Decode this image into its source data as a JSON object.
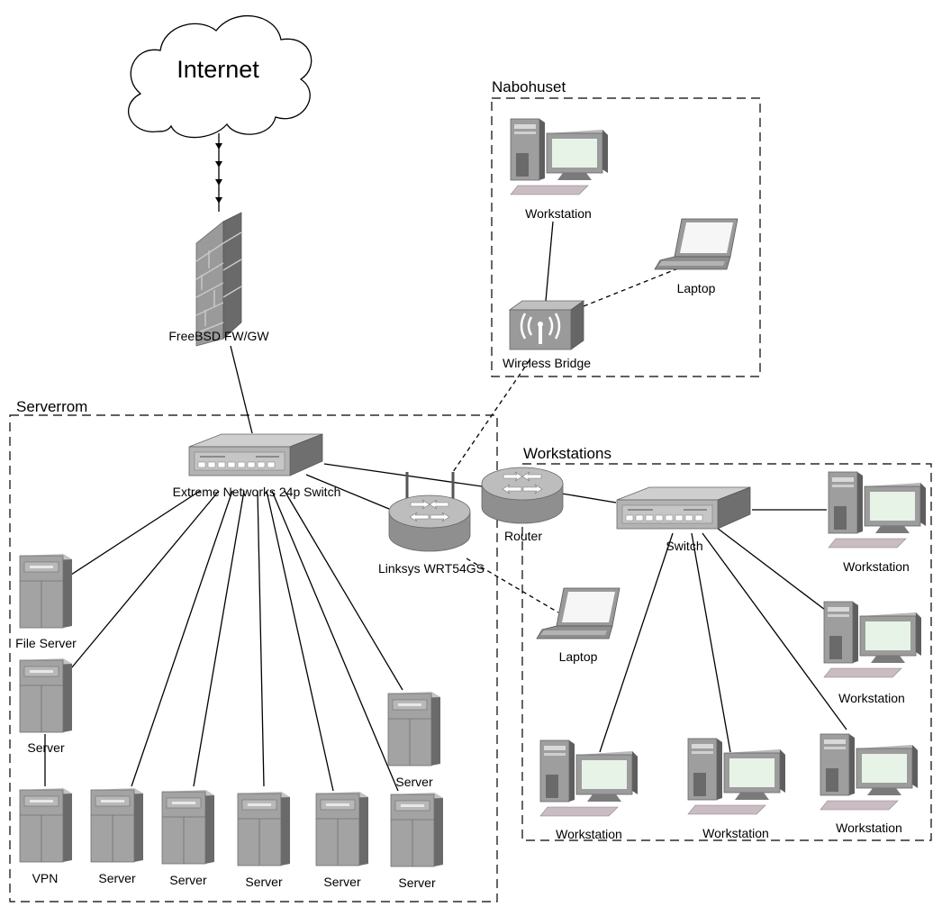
{
  "cloud": {
    "label": "Internet"
  },
  "zones": {
    "nabohuset": "Nabohuset",
    "serverrom": "Serverrom",
    "workstations": "Workstations"
  },
  "devices": {
    "firewall": "FreeBSD FW/GW",
    "core_switch": "Extreme Networks 24p Switch",
    "linksys": "Linksys WRT54GS",
    "router": "Router",
    "ws_switch": "Switch",
    "wireless_bridge": "Wireless Bridge",
    "nabo_workstation": "Workstation",
    "nabo_laptop": "Laptop",
    "lan_laptop": "Laptop",
    "file_server": "File Server",
    "server_left": "Server",
    "vpn": "VPN",
    "servers_bottom": [
      "Server",
      "Server",
      "Server",
      "Server",
      "Server"
    ],
    "server_right": "Server",
    "ws_workstations": [
      "Workstation",
      "Workstation",
      "Workstation",
      "Workstation",
      "Workstation"
    ]
  },
  "colors": {
    "device_gray": "#9a9a9a",
    "screen": "#e8f3e8",
    "line": "#000000"
  }
}
